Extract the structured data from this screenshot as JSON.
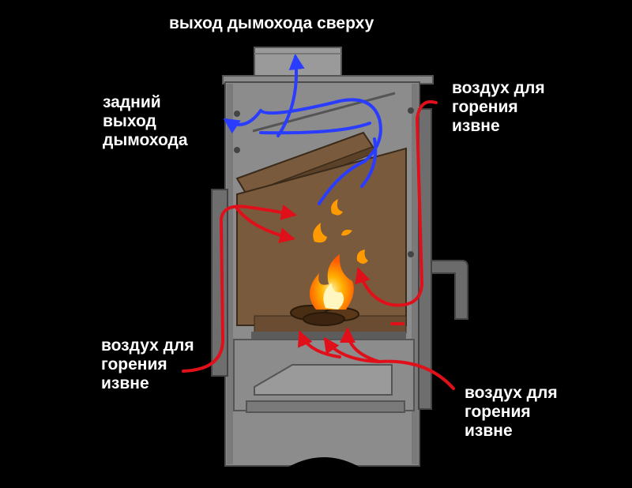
{
  "labels": {
    "top_flue": "выход дымохода сверху",
    "rear_flue": [
      "задний",
      "выход",
      "дымохода"
    ],
    "air_upper_right": [
      "воздух для",
      "горения",
      "извне"
    ],
    "air_left": [
      "воздух для",
      "горения",
      "извне"
    ],
    "air_lower_right": [
      "воздух для",
      "горения",
      "извне"
    ]
  },
  "colors": {
    "background": "#000000",
    "stove_metal": "#8c8c8c",
    "stove_dark": "#6e6e6e",
    "firebox_lining": "#7a5a3c",
    "smoke_arrow": "#2a3cff",
    "air_arrow": "#e0101a",
    "flame": "#ff8a00",
    "label_text": "#ffffff"
  },
  "icons": {
    "flame": "flame-icon",
    "logs": "firewood-icon",
    "smoke_flow": "blue-arrow",
    "air_flow": "red-arrow"
  }
}
